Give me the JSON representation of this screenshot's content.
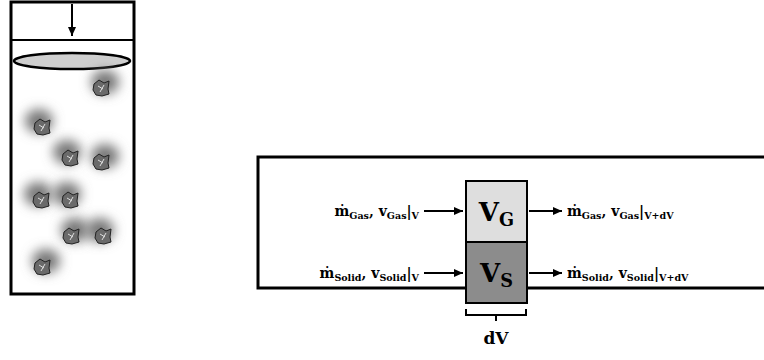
{
  "diagram": {
    "nodes": [
      {
        "text": [
          "VG"
        ]
      },
      {
        "text": [
          "VS"
        ]
      }
    ],
    "labels": [
      "ṁGas, vGas|V",
      "ṁGas, vGas|V+dV",
      "ṁSolid, vSolid|V",
      "ṁSolid, vSolid|V+dV",
      "dV"
    ]
  }
}
